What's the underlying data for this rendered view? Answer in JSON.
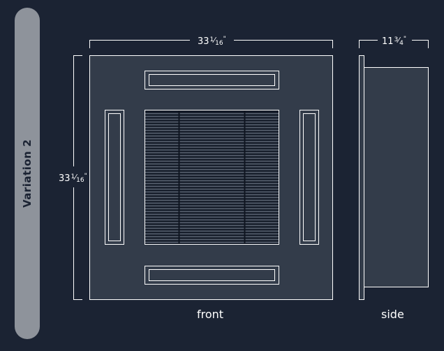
{
  "variation_label": "Variation 2",
  "dimensions": {
    "front_width": {
      "whole": "33",
      "num": "1",
      "den": "16",
      "mark": "\""
    },
    "front_height": {
      "whole": "33",
      "num": "1",
      "den": "16",
      "mark": "\""
    },
    "side_depth": {
      "whole": "11",
      "num": "3",
      "den": "4",
      "mark": "\""
    }
  },
  "views": {
    "front": "front",
    "side": "side"
  },
  "colors": {
    "background": "#1b2333",
    "panel": "#333c4a",
    "line": "#ffffff",
    "pill": "#8e939b"
  }
}
